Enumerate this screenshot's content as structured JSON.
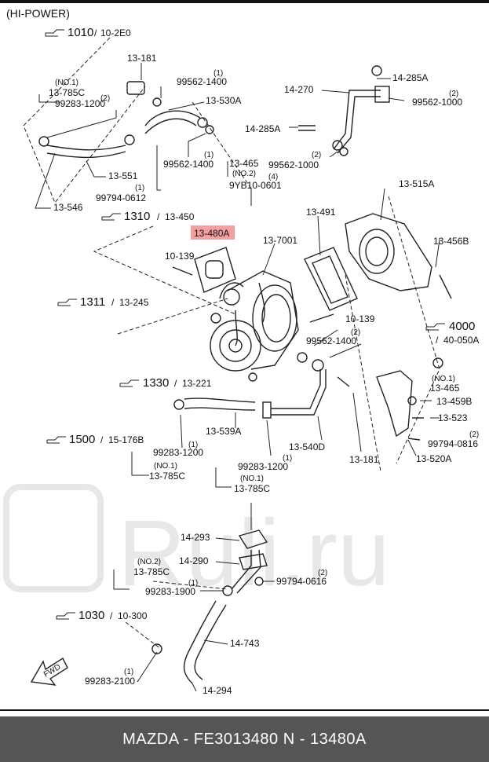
{
  "header": {
    "variant": "(HI-POWER)"
  },
  "refs": [
    {
      "id": "ref-1010",
      "main": "1010",
      "sub": "10-2E0"
    },
    {
      "id": "ref-1310",
      "main": "1310",
      "sub": "13-450"
    },
    {
      "id": "ref-1311",
      "main": "1311",
      "sub": "13-245"
    },
    {
      "id": "ref-4000",
      "main": "4000",
      "sub": "40-050A"
    },
    {
      "id": "ref-1330",
      "main": "1330",
      "sub": "13-221"
    },
    {
      "id": "ref-1500",
      "main": "1500",
      "sub": "15-176B"
    },
    {
      "id": "ref-1030",
      "main": "1030",
      "sub": "10-300"
    }
  ],
  "labels": {
    "p13_181a": "13-181",
    "p99562_1400a": "99562-1400",
    "q1a": "(1)",
    "no1a": "(NO.1)",
    "p13_785Ca": "13-785C",
    "q2a": "(2)",
    "p99283_1200a": "99283-1200",
    "p13_530A": "13-530A",
    "p13_551": "13-551",
    "p99794_0612": "99794-0612",
    "q1b": "(1)",
    "p13_546": "13-546",
    "p99562_1400b": "99562-1400",
    "q1c": "(1)",
    "p13_465a": "13-465",
    "no2a": "(NO.2)",
    "q4": "(4)",
    "p9YB10": "9YB10-0601",
    "p14_270": "14-270",
    "p14_285Aa": "14-285A",
    "p14_285Ab": "14-285A",
    "p99562_1000a": "99562-1000",
    "q2b": "(2)",
    "p99562_1000b": "99562-1000",
    "q2c": "(2)",
    "p13_515A": "13-515A",
    "p13_491": "13-491",
    "p13_456B": "13-456B",
    "p13_480A": "13-480A",
    "p13_7001": "13-7001",
    "p10_139a": "10-139",
    "p10_139b": "10-139",
    "p99562_1400c": "99562-1400",
    "q2d": "(2)",
    "no1b": "(NO.1)",
    "p13_465b": "13-465",
    "p13_459B": "13-459B",
    "p13_523": "13-523",
    "p99794_0816a": "99794-0816",
    "q2e": "(2)",
    "p13_520A": "13-520A",
    "p13_539A": "13-539A",
    "p13_540D": "13-540D",
    "p13_181b": "13-181",
    "p99283_1200b": "99283-1200",
    "q1d": "(1)",
    "no1c": "(NO.1)",
    "p13_785Cb": "13-785C",
    "p99283_1200c": "99283-1200",
    "q1e": "(1)",
    "no1d": "(NO.1)",
    "p13_785Cc": "13-785C",
    "p14_293": "14-293",
    "p14_290": "14-290",
    "no2b": "(NO.2)",
    "p13_785Cd": "13-785C",
    "p99283_1900": "99283-1900",
    "q1f": "(1)",
    "p99794_0616": "99794-0616",
    "q2f": "(2)",
    "p14_743": "14-743",
    "p99283_2100": "99283-2100",
    "q1g": "(1)",
    "p14_294": "14-294",
    "fwd": "FWD"
  },
  "highlight_color": "#f08080",
  "watermark": "Ruli.ru",
  "footer": {
    "text": "MAZDA - FE3013480      N - 13480A"
  }
}
